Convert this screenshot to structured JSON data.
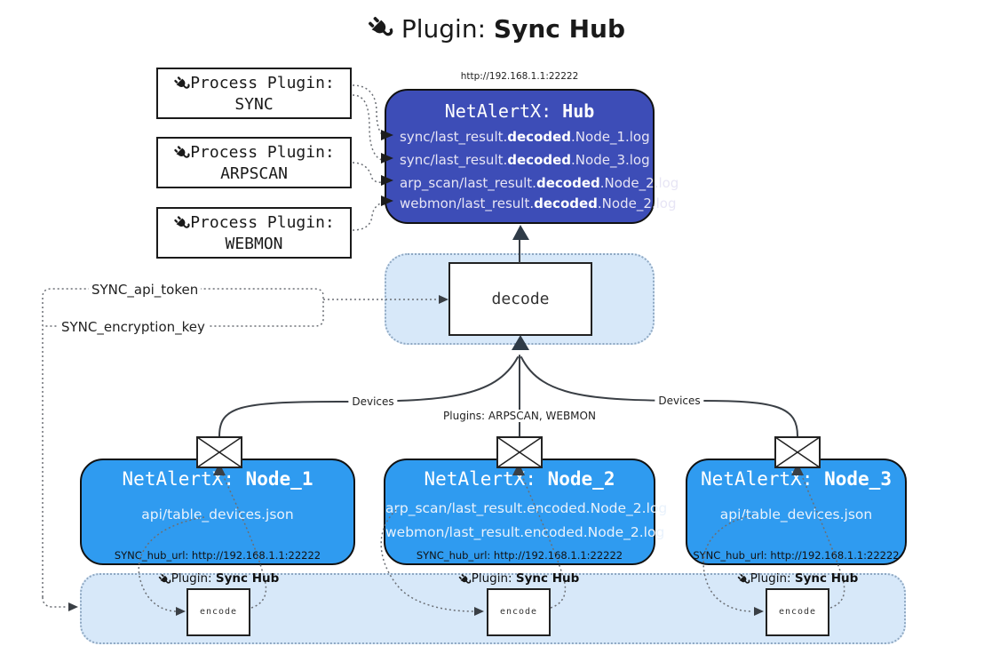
{
  "title": {
    "prefix": "Plugin: ",
    "bold": "Sync Hub"
  },
  "process_plugins": [
    {
      "line1": "Process Plugin:",
      "name": "SYNC"
    },
    {
      "line1": "Process Plugin:",
      "name": "ARPSCAN"
    },
    {
      "line1": "Process Plugin:",
      "name": "WEBMON"
    }
  ],
  "hub": {
    "url": "http://192.168.1.1:22222",
    "title_prefix": "NetAlertX: ",
    "title_bold": "Hub",
    "lines": [
      {
        "pre": "sync/last_result.",
        "bold": "decoded",
        "post": ".Node_1.log"
      },
      {
        "pre": "sync/last_result.",
        "bold": "decoded",
        "post": ".Node_3.log"
      },
      {
        "pre": "arp_scan/last_result.",
        "bold": "decoded",
        "post": ".Node_2.log"
      },
      {
        "pre": "webmon/last_result.",
        "bold": "decoded",
        "post": ".Node_2.log"
      }
    ]
  },
  "decode": {
    "label": "decode"
  },
  "secrets": {
    "api_token": "SYNC_api_token",
    "encryption_key": "SYNC_encryption_key"
  },
  "edges": {
    "devices_left": "Devices",
    "devices_right": "Devices",
    "plugins_mid": "Plugins: ARPSCAN, WEBMON"
  },
  "nodes": [
    {
      "title_prefix": "NetAlertX: ",
      "title_bold": "Node_1",
      "files": [
        "api/table_devices.json"
      ],
      "hub_url": "SYNC_hub_url: http://192.168.1.1:22222"
    },
    {
      "title_prefix": "NetAlertX: ",
      "title_bold": "Node_2",
      "files": [
        "arp_scan/last_result.encoded.Node_2.log",
        "webmon/last_result.encoded.Node_2.log"
      ],
      "hub_url": "SYNC_hub_url: http://192.168.1.1:22222"
    },
    {
      "title_prefix": "NetAlertX: ",
      "title_bold": "Node_3",
      "files": [
        "api/table_devices.json"
      ],
      "hub_url": "SYNC_hub_url: http://192.168.1.1:22222"
    }
  ],
  "encoders": [
    {
      "label_prefix": "Plugin: ",
      "label_bold": "Sync Hub",
      "box": "encode"
    },
    {
      "label_prefix": "Plugin: ",
      "label_bold": "Sync Hub",
      "box": "encode"
    },
    {
      "label_prefix": "Plugin: ",
      "label_bold": "Sync Hub",
      "box": "encode"
    }
  ],
  "colors": {
    "hub_fill": "#3d4db7",
    "node_fill": "#2f9bf0",
    "panel_fill": "#d7e8f9",
    "panel_stroke": "#8fa8c2",
    "ink": "#1a1a1a"
  }
}
